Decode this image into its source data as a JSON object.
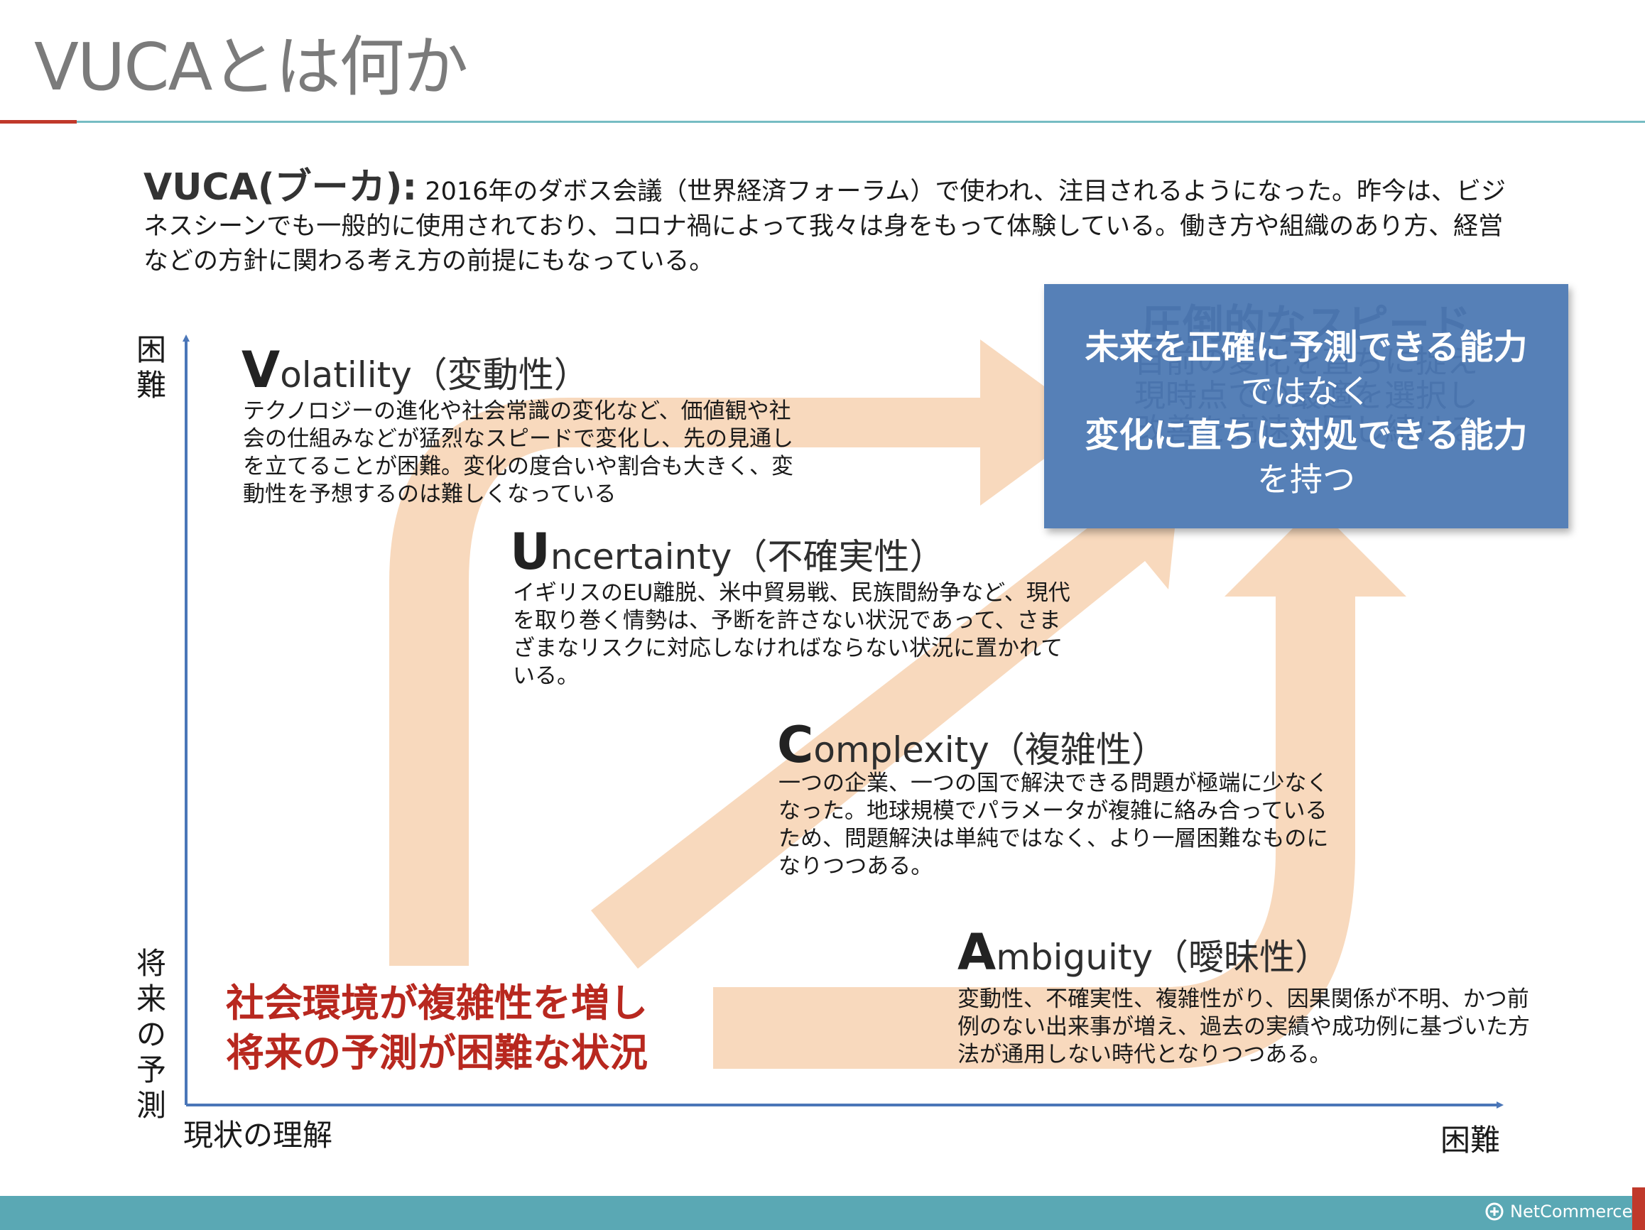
{
  "title": "VUCAとは何か",
  "intro": {
    "term": "VUCA(ブーカ):",
    "text": " 2016年のダボス会議（世界経済フォーラム）で使われ、注目されるようになった。昨今は、ビジネスシーンでも一般的に使用されており、コロナ禍によって我々は身をもって体験している。働き方や組織のあり方、経営などの方針に関わる考え方の前提にもなっている。"
  },
  "axis": {
    "y_top": "困難",
    "y_bottom": "将来の予測",
    "x_left": "現状の理解",
    "x_right": "困難"
  },
  "vuca": {
    "volatility": {
      "cap": "V",
      "rest": "olatility（変動性）",
      "desc": "テクノロジーの進化や社会常識の変化など、価値観や社会の仕組みなどが猛烈なスピードで変化し、先の見通しを立てることが困難。変化の度合いや割合も大きく、変動性を予想するのは難しくなっている"
    },
    "uncertainty": {
      "cap": "U",
      "rest": "ncertainty（不確実性）",
      "desc": "イギリスのEU離脱、米中貿易戦、民族間紛争など、現代を取り巻く情勢は、予断を許さない状況であって、さまざまなリスクに対応しなければならない状況に置かれている。"
    },
    "complexity": {
      "cap": "C",
      "rest": "omplexity（複雑性）",
      "desc": "一つの企業、一つの国で解決できる問題が極端に少なくなった。地球規模でパラメータが複雑に絡み合っているため、問題解決は単純ではなく、より一層困難なものになりつつある。"
    },
    "ambiguity": {
      "cap": "A",
      "rest": "mbiguity（曖昧性）",
      "desc": "変動性、不確実性、複雑性がり、因果関係が不明、かつ前例のない出来事が増え、過去の実績や成功例に基づいた方法が通用しない時代となりつつある。"
    }
  },
  "situation": {
    "line1": "社会環境が複雑性を増し",
    "line2": "将来の予測が困難な状況"
  },
  "callout": {
    "ghost_title": "圧倒的なスピード",
    "ghost_line1": "目前の変化を直ちに捉え",
    "ghost_line2": "現時点での最適を選択し",
    "ghost_line3": "改善を高速に回し続ける",
    "line1": "未来を正確に予測できる能力",
    "line2": "ではなく",
    "line3": "変化に直ちに対処できる能力",
    "line4": "を持つ"
  },
  "footer": {
    "brand": "NetCommerce"
  },
  "colors": {
    "arrow": "#f8d9bd",
    "axis": "#4a76b8",
    "callout": "#5680b7",
    "accent_red": "#b8281f",
    "footer": "#5aa8b4"
  },
  "icons": [
    "netcommerce-logo-icon"
  ]
}
